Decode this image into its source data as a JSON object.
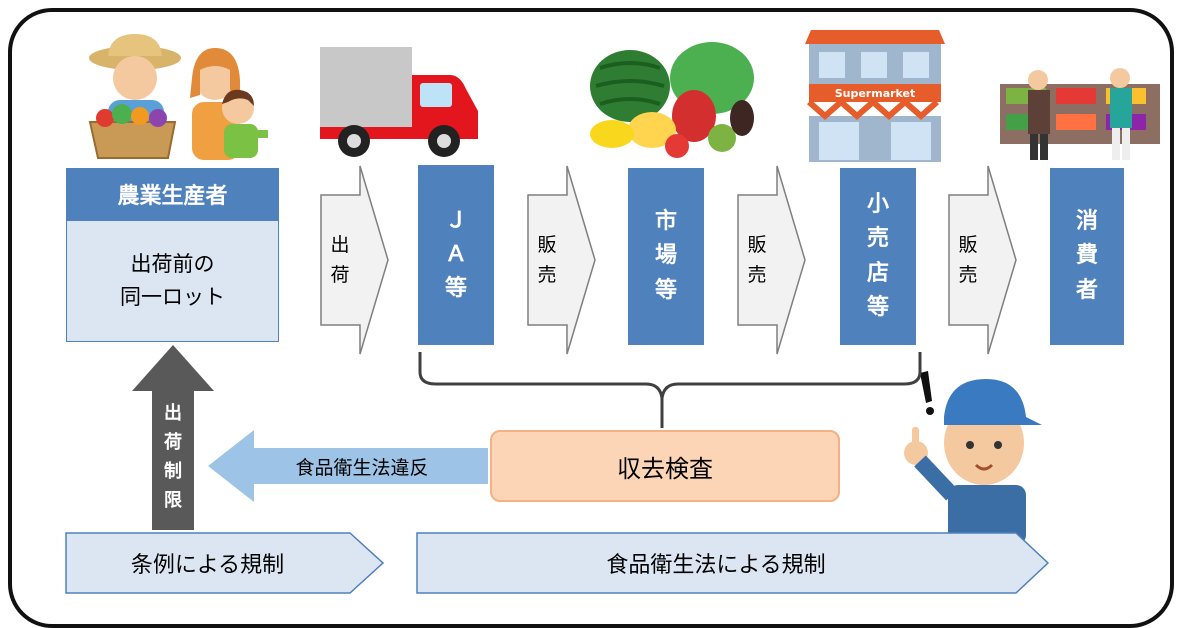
{
  "producer": {
    "title": "農業生産者",
    "line1": "出荷前の",
    "line2": "同一ロット"
  },
  "arrows": {
    "ship": [
      "出",
      "荷"
    ],
    "sell1": [
      "販",
      "売"
    ],
    "sell2": [
      "販",
      "売"
    ],
    "sell3": [
      "販",
      "売"
    ]
  },
  "stages": {
    "ja": [
      "Ｊ",
      "Ａ",
      "等"
    ],
    "market": [
      "市",
      "場",
      "等"
    ],
    "retail": [
      "小",
      "売",
      "店",
      "等"
    ],
    "consumer": [
      "消",
      "費",
      "者"
    ]
  },
  "store_sign": "Supermarket",
  "inspection": "収去検査",
  "violation": "食品衛生法違反",
  "restriction": [
    "出",
    "荷",
    "制",
    "限"
  ],
  "bottom": {
    "ordinance": "条例による規制",
    "food_law": "食品衛生法による規制"
  },
  "colors": {
    "stage_blue": "#4f81bd",
    "light_blue": "#dce6f2",
    "orange": "#fbd5b5",
    "dark_gray": "#595959"
  }
}
